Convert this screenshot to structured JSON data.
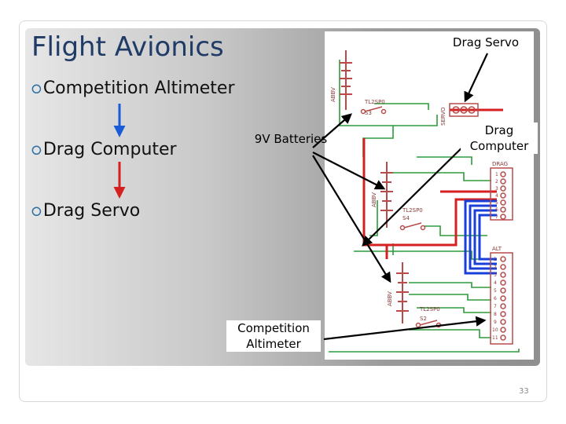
{
  "slide": {
    "title": "Flight Avionics",
    "bullets": [
      "Competition Altimeter",
      "Drag Computer",
      "Drag Servo"
    ],
    "page_number": "33"
  },
  "schematic": {
    "text": {
      "servo_label": "SERVO",
      "drag_header": "DRAG",
      "alt_header": "ALT",
      "battery_label": "ABBV",
      "switch_1_ref": "S3",
      "switch_2_ref": "S4",
      "switch_3_ref": "S2",
      "switch_part": "TL2SP0",
      "pin_labels": [
        "1",
        "2",
        "3",
        "4",
        "5",
        "6",
        "7",
        "8",
        "9",
        "10",
        "11"
      ]
    }
  },
  "callouts": {
    "drag_servo": "Drag Servo",
    "drag_computer": "Drag Computer",
    "batteries": "9V Batteries",
    "altimeter": "Competition Altimeter"
  },
  "colors": {
    "title": "#1f3b66",
    "arrow_blue": "#1a5cd8",
    "arrow_red": "#d42020",
    "wire_green": "#2e9a3a",
    "wire_blue": "#1a3fd8",
    "wire_red": "#d42020",
    "component": "#b84a4a"
  }
}
